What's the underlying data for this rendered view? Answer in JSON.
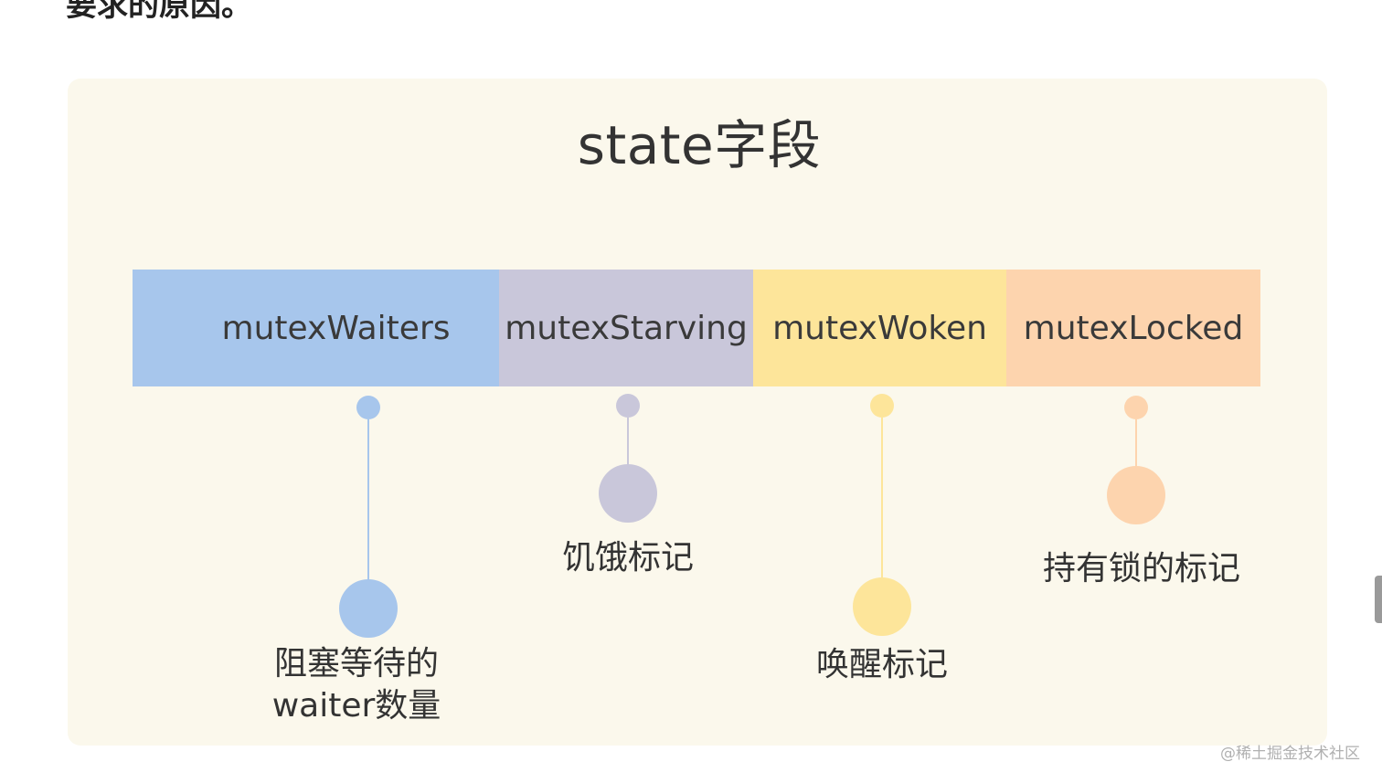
{
  "top_text": "要求的原因。",
  "diagram": {
    "title": "state字段",
    "fields": [
      {
        "label": "mutexWaiters",
        "color": "#a7c6ec",
        "caption_lines": [
          "阻塞等待的",
          "waiter数量"
        ]
      },
      {
        "label": "mutexStarving",
        "color": "#c9c7da",
        "caption_lines": [
          "饥饿标记"
        ]
      },
      {
        "label": "mutexWoken",
        "color": "#fde59a",
        "caption_lines": [
          "唤醒标记"
        ]
      },
      {
        "label": "mutexLocked",
        "color": "#fdd4ae",
        "caption_lines": [
          "持有锁的标记"
        ]
      }
    ]
  },
  "watermark": "@稀土掘金技术社区"
}
